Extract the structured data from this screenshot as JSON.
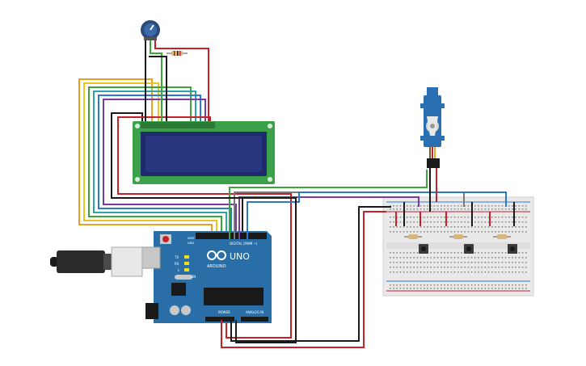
{
  "arduino": {
    "logo_text": "UNO",
    "brand_text": "ARDUINO",
    "digital_label": "DIGITAL (PWM ~)",
    "analog_label": "ANALOG IN",
    "power_label": "POWER",
    "tx_label": "TX",
    "rx_label": "RX",
    "l_label": "L",
    "on_label": "ON",
    "aref_label": "AREF",
    "gnd_label": "GND",
    "color": "#2a6ea8"
  },
  "lcd": {
    "pcb_color": "#3aa14a",
    "screen_color": "#1d2a6b"
  },
  "breadboard": {
    "color": "#e9e9e9"
  },
  "servo": {
    "color": "#2b6fb3"
  },
  "wire_colors": {
    "red": "#c8202a",
    "black": "#1a1a1a",
    "orange": "#f0a020",
    "yellow": "#e8c820",
    "green": "#3aa63a",
    "teal": "#2aa6a6",
    "blue": "#2a7ad0",
    "purple": "#7a3aa6",
    "gray": "#7a7a7a"
  }
}
